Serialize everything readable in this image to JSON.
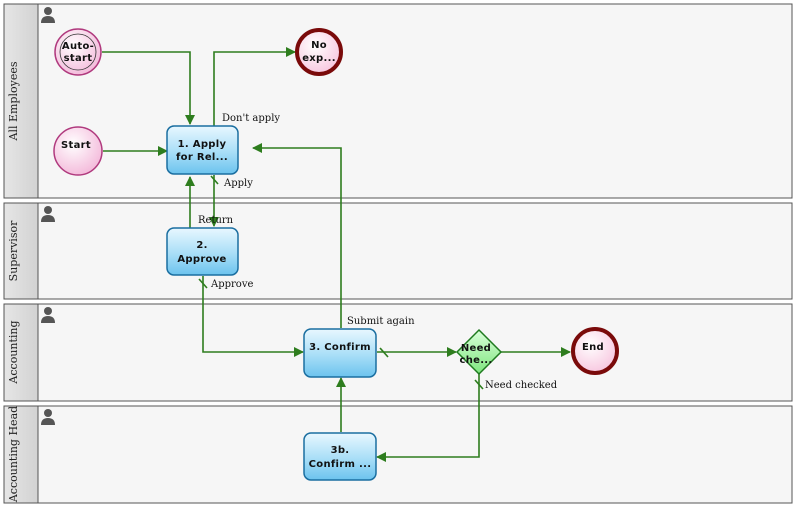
{
  "lanes": [
    {
      "label": "All Employees"
    },
    {
      "label": "Supervisor"
    },
    {
      "label": "Accounting"
    },
    {
      "label": "Accounting Head"
    }
  ],
  "nodes": {
    "auto_start": {
      "line1": "Auto-",
      "line2": "start"
    },
    "start": {
      "label": "Start"
    },
    "no_exp": {
      "line1": "No",
      "line2": "exp..."
    },
    "apply": {
      "line1": "1. Apply",
      "line2": "for Rel..."
    },
    "approve": {
      "line1": "2.",
      "line2": "Approve"
    },
    "confirm": {
      "label": "3. Confirm"
    },
    "need_checked_gw": {
      "line1": "Need",
      "line2": "che..."
    },
    "end": {
      "label": "End"
    },
    "confirm_b": {
      "line1": "3b.",
      "line2": "Confirm ..."
    }
  },
  "edge_labels": {
    "dont_apply": "Don't apply",
    "apply": "Apply",
    "return": "Return",
    "approve": "Approve",
    "submit_again": "Submit again",
    "need_checked": "Need checked"
  },
  "colors": {
    "flow": "#2e7d1e",
    "task_fill": "#8fd3f4",
    "start_fill": "#f8c8e4",
    "end_stroke": "#7a0a0a",
    "gateway_fill": "#8ef08e"
  }
}
